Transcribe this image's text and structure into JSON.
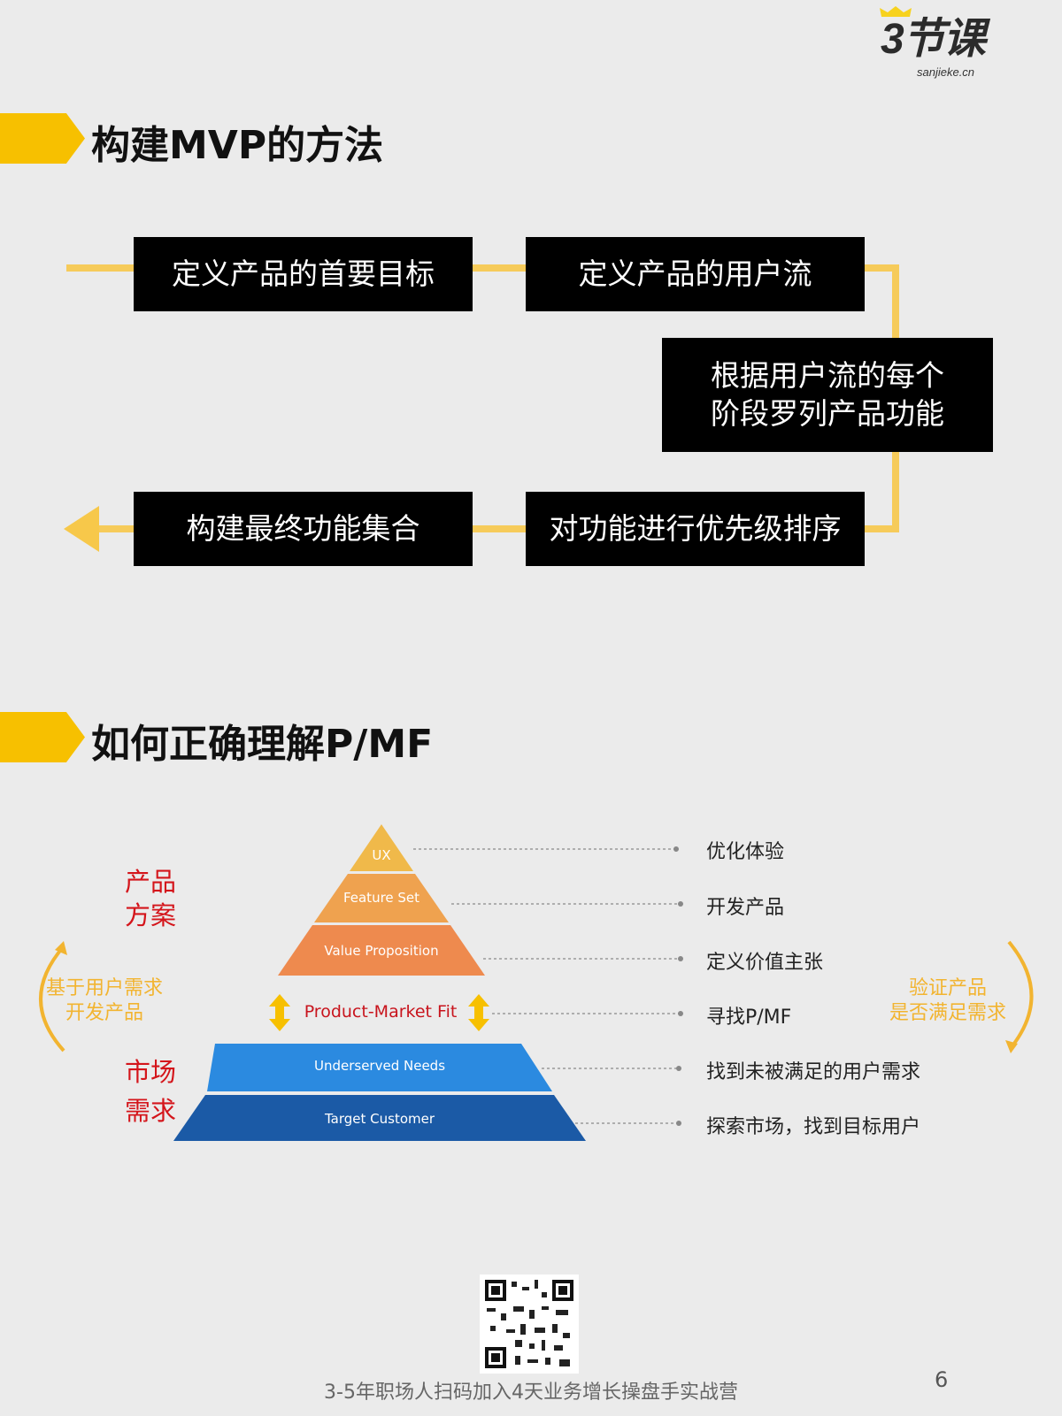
{
  "logo": {
    "text": "3节课",
    "domain": "sanjieke.cn"
  },
  "section1": {
    "title": "构建MVP的方法",
    "steps": [
      "定义产品的首要目标",
      "定义产品的用户流",
      "根据用户流的每个\n阶段罗列产品功能",
      "对功能进行优先级排序",
      "构建最终功能集合"
    ],
    "connector_color": "#f7c84a"
  },
  "section2": {
    "title": "如何正确理解P/MF",
    "pyramid_top": [
      "UX",
      "Feature Set",
      "Value Proposition"
    ],
    "fit_label": "Product-Market Fit",
    "pyramid_bottom": [
      "Underserved Needs",
      "Target Customer"
    ],
    "right_labels": [
      "优化体验",
      "开发产品",
      "定义价值主张",
      "寻找P/MF",
      "找到未被满足的用户需求",
      "探索市场，找到目标用户"
    ],
    "left_top": "产品\n方案",
    "left_bottom": "市场\n需求",
    "left_curve_label": "基于用户需求\n开发产品",
    "right_curve_label": "验证产品\n是否满足需求",
    "colors": {
      "ux": "#f0b94a",
      "feature": "#efa24f",
      "value": "#ee8a4e",
      "needs": "#2b8ae0",
      "customer": "#1b5aa6",
      "red": "#d4151b",
      "accent": "#f7c000"
    }
  },
  "footer": {
    "text": "3-5年职场人扫码加入4天业务增长操盘手实战营",
    "page": "6"
  }
}
